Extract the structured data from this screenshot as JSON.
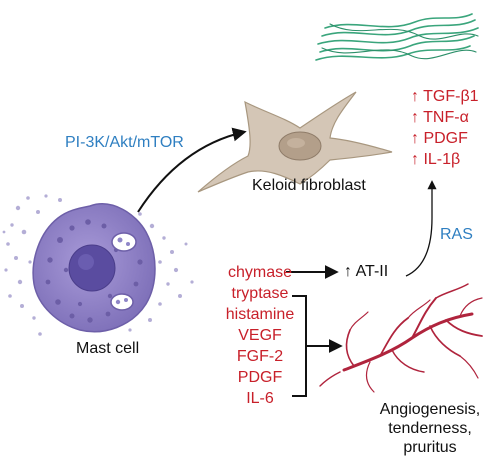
{
  "labels": {
    "pathway": "PI-3K/Akt/mTOR",
    "fibroblast": "Keloid fibroblast",
    "mast_cell": "Mast cell",
    "ras": "RAS",
    "at2": "↑ AT-II"
  },
  "cytokines": [
    "↑ TGF-β1",
    "↑ TNF-α",
    "↑ PDGF",
    "↑ IL-1β"
  ],
  "mediators": [
    "chymase",
    "tryptase",
    "histamine",
    "VEGF",
    "FGF-2",
    "PDGF",
    "IL-6"
  ],
  "outcome": [
    "Angiogenesis,",
    "tenderness,",
    "pruritus"
  ],
  "colors": {
    "blue_text": "#2f7fc1",
    "red_text": "#c8202a",
    "mast_cell": "#8c7fc4",
    "fibroblast": "#cdbfb0",
    "collagen": "#3aa57c",
    "vessels": "#b0243d"
  }
}
